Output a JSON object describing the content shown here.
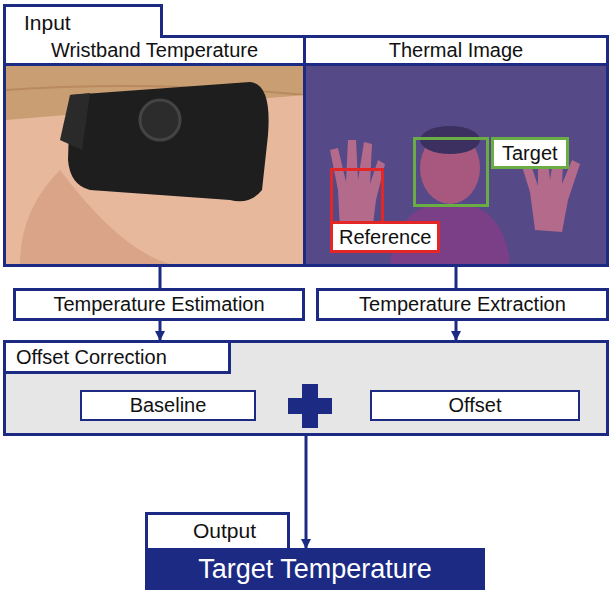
{
  "diagram": {
    "nodes": [
      {
        "text": [
          "Input"
        ]
      },
      {
        "text": [
          "Wristband Temperature"
        ],
        "in": 0
      },
      {
        "text": [
          "Thermal Image"
        ],
        "in": 0
      },
      {
        "text": [
          "Target"
        ],
        "in": 2
      },
      {
        "text": [
          "Reference"
        ],
        "in": 2
      },
      {
        "text": [
          "Temperature Estimation"
        ]
      },
      {
        "text": [
          "Temperature Extraction"
        ]
      },
      {
        "text": [
          "Offset Correction"
        ]
      },
      {
        "text": [
          "Baseline"
        ],
        "in": 7
      },
      {
        "text": [
          "Offset"
        ],
        "in": 7
      },
      {
        "text": [
          "Output",
          "Target Temperature"
        ]
      }
    ],
    "edges": [
      {
        "from": 1,
        "to": 5,
        "arrow": "none"
      },
      {
        "from": 2,
        "to": 6,
        "arrow": "none"
      },
      {
        "from": 5,
        "to": 7,
        "arrow": "to"
      },
      {
        "from": 6,
        "to": 7,
        "arrow": "to"
      },
      {
        "from": 7,
        "to": 10,
        "arrow": "to"
      }
    ]
  }
}
